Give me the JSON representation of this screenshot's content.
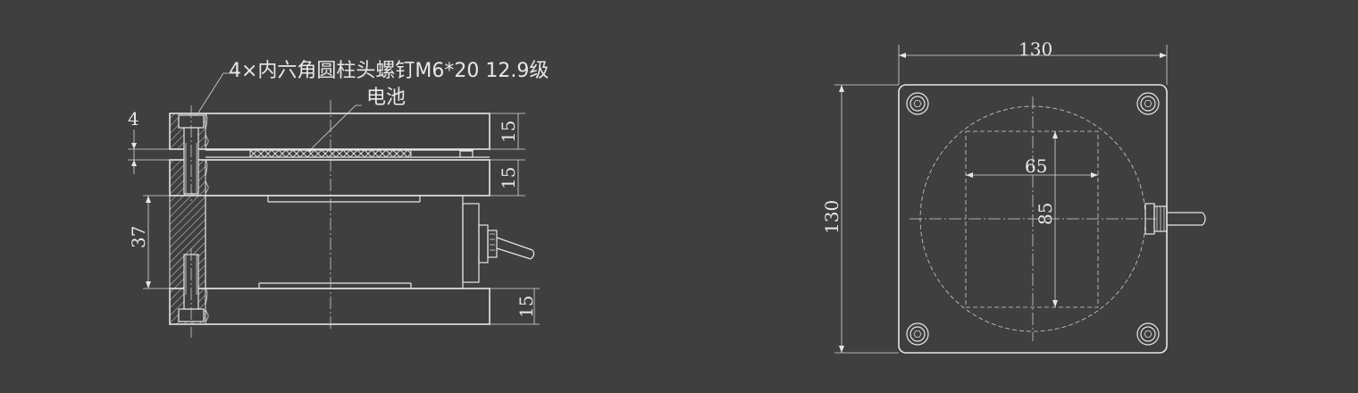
{
  "side_view": {
    "bolt_note": "4×内六角圆柱头螺钉M6*20  12.9级",
    "battery_label": "电池",
    "dim_gap": "4",
    "dim_top_plate": "15",
    "dim_mid_plate": "15",
    "dim_height": "37",
    "dim_bottom_plate": "15"
  },
  "top_view": {
    "dim_width": "130",
    "dim_height": "130",
    "dim_inner_width": "65",
    "dim_inner_height": "85"
  }
}
